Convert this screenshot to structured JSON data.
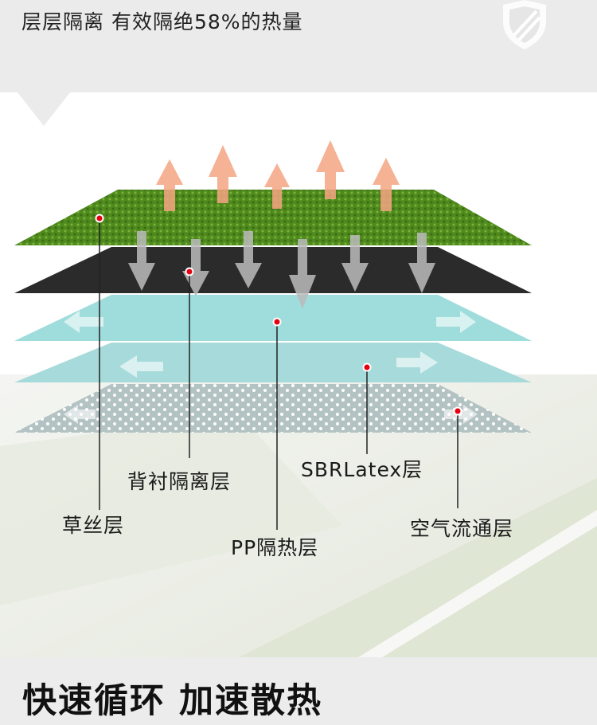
{
  "header": {
    "title": "层层隔离 有效隔绝58%的热量",
    "icon": "shield-icon"
  },
  "layers": [
    {
      "label": "草丝层",
      "color": "#4f8a1e"
    },
    {
      "label": "背衬隔离层",
      "color": "#2b2b2b"
    },
    {
      "label": "PP隔热层",
      "color": "#9fdcdc"
    },
    {
      "label": "SBRLatex层",
      "color": "#a7dada"
    },
    {
      "label": "空气流通层",
      "color": "#b6c4c4"
    }
  ],
  "footer": {
    "title": "快速循环 加速散热"
  }
}
